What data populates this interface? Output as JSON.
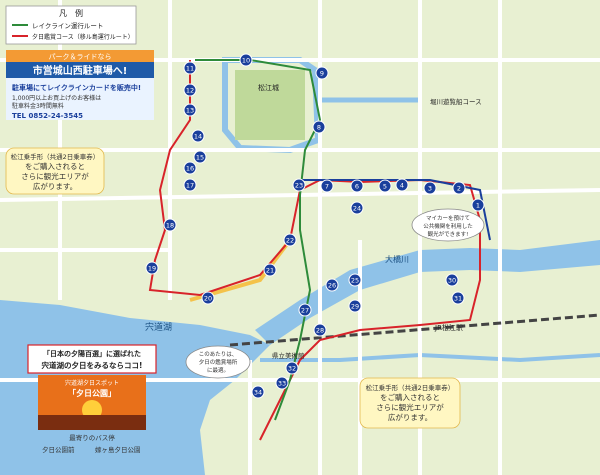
{
  "legend": {
    "title": "凡　例",
    "red_route": "レイクライン運行ルート",
    "green_route": "夕日鑑賞コース（移ル島運行ルート）"
  },
  "park_ride": {
    "banner": "パーク＆ライドなら",
    "title": "市営城山西駐車場へ!",
    "sub": "駐車場にてレイクラインカードを販売中!",
    "note1": "1,000円以上お買上げのお客様は",
    "note2": "駐車料金3時間無料",
    "tel": "TEL 0852-24-3545"
  },
  "promo_top": {
    "line1": "松江乗手形（共通2日乗車券）",
    "line2": "をご購入されると",
    "line3": "さらに観光エリアが",
    "line4": "広がります。"
  },
  "promo_bottom": {
    "line1": "松江乗手形（共通2日乗車券）",
    "line2": "をご購入されると",
    "line3": "さらに観光エリアが",
    "line4": "広がります。"
  },
  "sunset": {
    "title1": "「日本の夕陽百選」に選ばれた",
    "title2": "宍道湖の夕日をみるならココ!",
    "sub": "宍道湖夕日スポット",
    "spot": "「夕日公園」",
    "nearest": "最寄りのバス停",
    "stop1": "夕日公園前",
    "stop2": "嫁ヶ島夕日公園"
  },
  "tooltip": {
    "l1": "マイカーを預けて",
    "l2": "公共機関を利用した",
    "l3": "観光ができます!"
  },
  "stops_note": {
    "l1": "このあたりは、",
    "l2": "夕日の鑑賞場所",
    "l3": "に最適。"
  },
  "stop_numbers": [
    "1",
    "2",
    "3",
    "4",
    "5",
    "6",
    "7",
    "8",
    "9",
    "10",
    "11",
    "12",
    "13",
    "14",
    "15",
    "16",
    "17",
    "18",
    "19",
    "20",
    "21",
    "22",
    "23",
    "24",
    "25",
    "26",
    "27",
    "28",
    "29",
    "30",
    "31",
    "32",
    "33",
    "34"
  ],
  "area_labels": {
    "shinjiko": "宍道湖",
    "ohashi": "大橋川",
    "jr_station": "JR松江駅",
    "horikawa": "堀川遊覧船コース",
    "prefecture_museum": "県立美術館",
    "castle_north": "松江城"
  },
  "colors": {
    "water": "#8fc2e8",
    "land": "#e7efcf",
    "road": "#ffffff",
    "red_route": "#d8232a",
    "green_route": "#2e8b3a",
    "stop_blue": "#1a3f9c"
  }
}
